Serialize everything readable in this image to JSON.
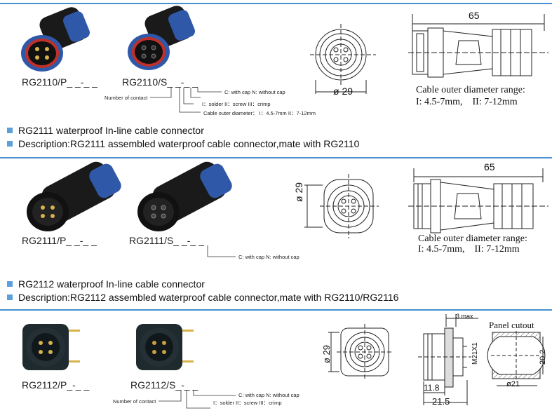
{
  "colors": {
    "accent": "#4a8fd0",
    "bullet": "#5aa0dc",
    "connector_blue": "#2f59a8",
    "connector_black": "#1a1a1a"
  },
  "section1": {
    "code_plug": "RG2110/P_ _-_ _",
    "code_socket": "RG2110/S_ _-_ _",
    "legend_contact": "Number of contact",
    "legend_cap": "C: with cap   N: without cap",
    "legend_term": "I：solder  II：screw  III：crimp",
    "legend_diam": "Cable outer diameter： I：4.5-7mm  II：7-12mm",
    "front_diam": "ø 29",
    "side_len": "65",
    "range_title": "Cable outer  diameter range:",
    "range_vals": "I: 4.5-7mm,    II: 7-12mm"
  },
  "heading1": {
    "title": "RG2111 waterproof In-line cable connector",
    "desc": "Description:RG2111 assembled waterproof cable connector,mate with RG2110"
  },
  "section2": {
    "code_plug": "RG2111/P_ _-_ _",
    "code_socket": "RG2111/S_ _-_ _",
    "legend_cap": "C: with cap   N: without cap",
    "front_diam": "ø 29",
    "side_len": "65",
    "range_title": "Cable outer  diameter range:",
    "range_vals": "I: 4.5-7mm,    II: 7-12mm"
  },
  "heading2": {
    "title": "RG2112 waterproof In-line cable connector",
    "desc": "Description:RG2112 assembled waterproof cable connector,mate with RG2110/RG2116"
  },
  "section3": {
    "code_plug": "RG2112/P_-_ _",
    "code_socket": "RG2112/S_-_ _",
    "legend_contact": "Number of contact",
    "legend_cap": "C: with cap   N: without cap",
    "legend_term": "I：solder  II：screw  III：crimp",
    "front_diam": "ø 29",
    "dim_3max": "3 max",
    "dim_thread": "M21X1",
    "dim_11_8": "11.8",
    "dim_21_5": "21.5",
    "panel_title": "Panel cutout",
    "panel_dia": "ø21",
    "panel_flat": "20.2"
  }
}
